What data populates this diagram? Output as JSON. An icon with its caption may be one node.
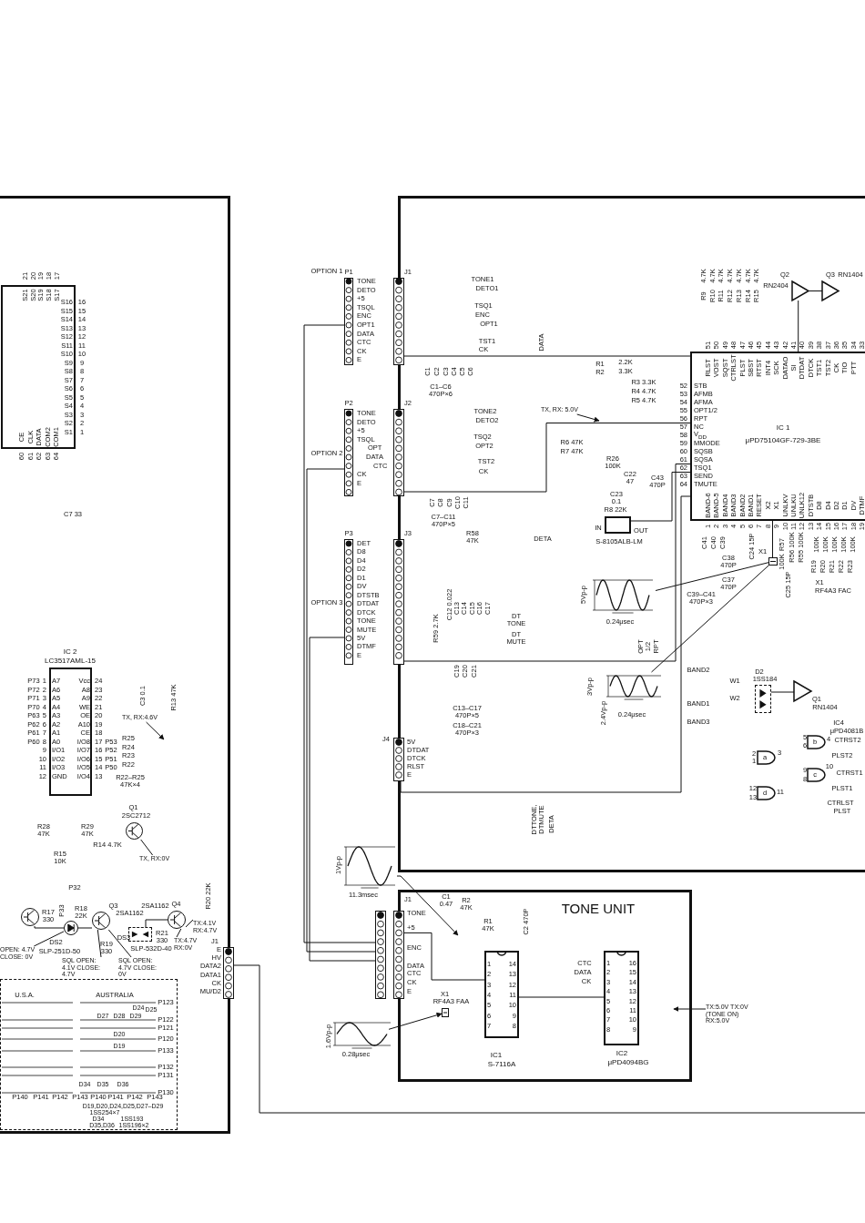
{
  "diagram": {
    "nodes": [
      {
        "text": [],
        "shape": "box"
      },
      {
        "text": [],
        "shape": "box"
      },
      {
        "text": [
          "TONE UNIT"
        ]
      },
      {
        "text": [
          "S16",
          "S15",
          "S14",
          "S13",
          "S12",
          "S11",
          "S10",
          "S9",
          "S8",
          "S7",
          "S6",
          "S5",
          "S4",
          "S3",
          "S2",
          "S1",
          "S21",
          "S20",
          "S19",
          "S18",
          "S17",
          "CE",
          "CLK",
          "DATA",
          "COM2",
          "COM1"
        ],
        "beside": [
          "16",
          "15",
          "14",
          "13",
          "12",
          "11",
          "10",
          "9",
          "8",
          "7",
          "6",
          "5",
          "4",
          "3",
          "2",
          "1",
          "21",
          "20",
          "19",
          "18",
          "17",
          "60",
          "61",
          "62",
          "63",
          "64"
        ],
        "in": 0
      },
      {
        "text": [
          "A7",
          "A6",
          "A5",
          "A4",
          "A3",
          "A2",
          "A1",
          "A0",
          "I/O1",
          "I/O2",
          "I/O3",
          "GND",
          "Vcc",
          "A8",
          "A9",
          "WE",
          "OE",
          "A10",
          "CE",
          "I/O8",
          "I/O7",
          "I/O6",
          "I/O5",
          "I/O4"
        ],
        "beside": [
          "IC 2",
          "LC3517AML-15",
          "1",
          "2",
          "3",
          "4",
          "5",
          "6",
          "7",
          "8",
          "9",
          "10",
          "11",
          "12",
          "24",
          "23",
          "22",
          "21",
          "20",
          "19",
          "18",
          "17",
          "16",
          "15",
          "14",
          "13"
        ],
        "in": 0
      },
      {
        "text": [],
        "shape": "circle",
        "beside": [
          "Q1",
          "2SC2712"
        ],
        "in": 0
      },
      {
        "text": [],
        "shape": "circle",
        "in": 0
      },
      {
        "text": [],
        "shape": "circle",
        "beside": [
          "Q3",
          "2SA1162"
        ],
        "in": 0
      },
      {
        "text": [],
        "shape": "circle",
        "beside": [
          "Q4",
          "2SA1162"
        ],
        "in": 0
      },
      {
        "text": [],
        "shape": "circle",
        "beside": [
          "DS2",
          "SLP-251D-50"
        ],
        "in": 0
      },
      {
        "text": [],
        "shape": "box",
        "beside": [
          "DS3",
          "SLP-532D-40"
        ],
        "in": 0
      },
      {
        "text": [],
        "shape": "box",
        "beside": [
          "J1",
          "E",
          "HV",
          "DATA2",
          "DATA1",
          "CK",
          "MU/D2"
        ]
      },
      {
        "text": [
          "U.S.A.",
          "AUSTRALIA"
        ],
        "in": 0
      },
      {
        "text": [],
        "shape": "box",
        "beside": [
          "P1",
          "OPTION 1",
          "TONE",
          "DETO",
          "+5",
          "TSQL",
          "ENC",
          "OPT1",
          "DATA",
          "CTC",
          "CK",
          "E"
        ]
      },
      {
        "text": [],
        "shape": "box",
        "beside": [
          "J1"
        ]
      },
      {
        "text": [],
        "shape": "box",
        "beside": [
          "P2",
          "OPTION 2",
          "TONE",
          "DETO",
          "+5",
          "TSQL",
          "OPT",
          "DATA",
          "CTC",
          "CK",
          "E"
        ]
      },
      {
        "text": [],
        "shape": "box",
        "beside": [
          "J2"
        ]
      },
      {
        "text": [],
        "shape": "box",
        "beside": [
          "P3",
          "OPTION 3",
          "DET",
          "D8",
          "D4",
          "D2",
          "D1",
          "DV",
          "DTSTB",
          "DTDAT",
          "DTCK",
          "TONE",
          "MUTE",
          "5V",
          "DTMF",
          "E"
        ]
      },
      {
        "text": [],
        "shape": "box",
        "beside": [
          "J3"
        ]
      },
      {
        "text": [],
        "shape": "box",
        "beside": [
          "J4",
          "5V",
          "DTDAT",
          "DTCK",
          "RLST",
          "E"
        ]
      },
      {
        "text": [
          "IC 1",
          "μPD75104GF-729-3BE",
          "STB",
          "AFMB",
          "AFMA",
          "OPT1/2",
          "RPT",
          "NC",
          "V$_{DD}$",
          "MMODE",
          "SQSB",
          "SQSA",
          "TSQ1",
          "SEND",
          "TMUTE",
          "RLST",
          "VOST",
          "SQST",
          "CTRLST",
          "PLST",
          "SBST",
          "RTST",
          "INT4",
          "SCK",
          "DATAO",
          "SI",
          "DTDAT",
          "DTCK",
          "TST1",
          "TST2",
          "CK",
          "TIO",
          "PTT",
          "BAND-6",
          "BAND-5",
          "BAND4",
          "BAND3",
          "BAND2",
          "BAND1",
          "RESET",
          "X2",
          "X1",
          "UNLKV",
          "UNLKU",
          "UNLK12",
          "DTSTB",
          "D8",
          "D4",
          "D2",
          "D1",
          "DV",
          "DTMF"
        ],
        "beside": [
          "52",
          "53",
          "54",
          "55",
          "56",
          "57",
          "58",
          "59",
          "60",
          "61",
          "62",
          "63",
          "64",
          "51",
          "50",
          "49",
          "48",
          "47",
          "46",
          "45",
          "44",
          "43",
          "42",
          "41",
          "40",
          "39",
          "38",
          "37",
          "36",
          "35",
          "34",
          "33",
          "1",
          "2",
          "3",
          "4",
          "5",
          "6",
          "7",
          "8",
          "9",
          "10",
          "11",
          "12",
          "13",
          "14",
          "15",
          "16",
          "17",
          "18",
          "19"
        ],
        "in": 1
      },
      {
        "text": [],
        "shape": "triangle",
        "beside": [
          "Q2",
          "RN2404"
        ],
        "in": 1
      },
      {
        "text": [],
        "shape": "triangle",
        "beside": [
          "Q3",
          "RN1404"
        ],
        "in": 1
      },
      {
        "text": [],
        "shape": "box",
        "beside": [
          "IN",
          "OUT",
          "S-8105ALB-LM"
        ],
        "in": 1
      },
      {
        "text": [],
        "shape": "box",
        "beside": [
          "X1"
        ],
        "in": 1
      },
      {
        "text": [],
        "shape": "box",
        "beside": [
          "D2",
          "1SS184"
        ],
        "in": 1
      },
      {
        "text": [],
        "shape": "triangle",
        "beside": [
          "Q1",
          "RN1404"
        ],
        "in": 1
      },
      {
        "text": [
          "a"
        ],
        "beside": [
          "2",
          "1",
          "3"
        ],
        "in": 1
      },
      {
        "text": [
          "b"
        ],
        "beside": [
          "5",
          "6",
          "4"
        ],
        "in": 1
      },
      {
        "text": [
          "c"
        ],
        "beside": [
          "9",
          "8",
          "10"
        ],
        "in": 1
      },
      {
        "text": [
          "d"
        ],
        "beside": [
          "12",
          "13",
          "11"
        ],
        "in": 1
      },
      {
        "text": [
          "1",
          "2",
          "3",
          "4",
          "5",
          "6",
          "7",
          "14",
          "13",
          "12",
          "11",
          "10",
          "9",
          "8"
        ],
        "beside": [
          "IC1",
          "S-7116A"
        ],
        "in": 2
      },
      {
        "text": [
          "1",
          "2",
          "3",
          "4",
          "5",
          "6",
          "7",
          "8",
          "16",
          "15",
          "14",
          "13",
          "12",
          "11",
          "10",
          "9"
        ],
        "beside": [
          "IC2",
          "μPD4094BG",
          "CTC",
          "DATA",
          "CK"
        ],
        "in": 2
      },
      {
        "text": [],
        "shape": "box",
        "beside": [
          "J1",
          "TONE",
          "+5",
          "ENC",
          "DATA",
          "CTC",
          "CK",
          "E"
        ]
      },
      {
        "text": [],
        "shape": "box"
      },
      {
        "text": [],
        "shape": "box",
        "beside": [
          "X1",
          "RF4A3 FAA"
        ],
        "in": 2
      },
      {
        "text": [
          "5Vp-p",
          "0.24μsec"
        ],
        "in": 1
      },
      {
        "text": [
          "3Vp-p",
          "2.4Vp-p",
          "0.24μsec"
        ],
        "in": 1
      },
      {
        "text": [
          "1Vp-p",
          "11.3msec"
        ]
      },
      {
        "text": [
          "1.6Vp-p",
          "0.28μsec"
        ]
      },
      {
        "text": [
          "TX, RX: 5.0V"
        ],
        "in": 1
      },
      {
        "text": [
          "TX:5.0V TX:0V (TONE ON) RX:5.0V"
        ]
      },
      {
        "text": [
          "TX, RX:4.6V"
        ],
        "in": 0
      },
      {
        "text": [
          "TX, RX:0V"
        ],
        "in": 0
      },
      {
        "text": [
          "TX:4.1V RX:4.7V"
        ],
        "in": 0
      },
      {
        "text": [
          "TX:4.7V RX:0V"
        ],
        "in": 0
      },
      {
        "text": [
          "OPEN: 4.7V CLOSE: 0V"
        ],
        "in": 0
      },
      {
        "text": [
          "SQL OPEN: 4.1V CLOSE: 4.7V"
        ],
        "in": 0
      },
      {
        "text": [
          "SQL OPEN: 4.7V CLOSE: 0V"
        ],
        "in": 0
      }
    ],
    "edges": [
      {
        "from": 13,
        "to": 34,
        "arrow": "none"
      },
      {
        "from": 15,
        "to": 34,
        "arrow": "none"
      },
      {
        "from": 17,
        "to": 34,
        "arrow": "none"
      },
      {
        "from": 14,
        "to": 20,
        "arrow": "none"
      },
      {
        "from": 16,
        "to": 20,
        "arrow": "none"
      },
      {
        "from": 18,
        "to": 20,
        "arrow": "none"
      },
      {
        "from": 19,
        "to": 20,
        "arrow": "none"
      },
      {
        "from": 23,
        "to": 20,
        "arrow": "none"
      },
      {
        "from": 20,
        "to": 21,
        "arrow": "none"
      },
      {
        "from": 21,
        "to": 22,
        "arrow": "none"
      },
      {
        "from": 25,
        "to": 26,
        "arrow": "none"
      },
      {
        "from": 36,
        "to": 24,
        "arrow": "none"
      },
      {
        "from": 37,
        "to": 24,
        "arrow": "none"
      },
      {
        "from": 38,
        "to": null,
        "arrow": "to"
      },
      {
        "from": 39,
        "to": 35,
        "arrow": "to"
      },
      {
        "from": 40,
        "to": null,
        "arrow": "to"
      },
      {
        "from": 41,
        "to": null,
        "arrow": "to"
      },
      {
        "from": 42,
        "to": null,
        "arrow": "to"
      },
      {
        "from": 43,
        "to": 5,
        "arrow": "none"
      },
      {
        "from": 44,
        "to": 8,
        "arrow": "none"
      },
      {
        "from": 45,
        "to": 8,
        "arrow": "none"
      },
      {
        "from": 46,
        "to": 9,
        "arrow": "none"
      },
      {
        "from": 47,
        "to": 7,
        "arrow": "none"
      },
      {
        "from": 48,
        "to": 7,
        "arrow": "none"
      },
      {
        "from": 11,
        "to": null,
        "arrow": "none"
      },
      {
        "from": 33,
        "to": 31,
        "arrow": "none"
      },
      {
        "from": 31,
        "to": 32,
        "arrow": "none"
      },
      {
        "from": 24,
        "to": 20,
        "arrow": "none"
      },
      {
        "from": 6,
        "to": 9,
        "arrow": "none"
      },
      {
        "from": 9,
        "to": 7,
        "arrow": "none"
      },
      {
        "from": 10,
        "to": 8,
        "arrow": "none"
      }
    ],
    "labels": [
      "C7 33",
      "P73",
      "P72",
      "P71",
      "P70",
      "P63",
      "P62",
      "P61",
      "P60",
      "P53",
      "P52",
      "P51",
      "P50",
      "R25",
      "R24",
      "R23",
      "R22",
      "R22–R25 47K×4",
      "C3 0.1",
      "R13 47K",
      "R28 47K",
      "R29 47K",
      "R14 4.7K",
      "R15 10K",
      "P32",
      "R17 330",
      "P33",
      "R18 22K",
      "R19 330",
      "R21 330",
      "R20 22K",
      "P123",
      "P122",
      "P121",
      "P120",
      "P133",
      "P132",
      "P131",
      "P130",
      "P140",
      "P141",
      "P142",
      "P143",
      "P140",
      "P141",
      "P142",
      "P143",
      "D27",
      "D28",
      "D29",
      "D24",
      "D25",
      "D20",
      "D19",
      "D34",
      "D35",
      "D36",
      "D19,D20,D24,D25,D27–D29",
      "1SS254×7",
      "D34",
      "1SS193",
      "D35,D36",
      "1SS196×2",
      "TONE1",
      "DETO1",
      "TSQ1",
      "ENC",
      "OPT1",
      "TST1",
      "CK",
      "C1",
      "C2",
      "C3",
      "C4",
      "C5",
      "C6",
      "C1–C6 470P×6",
      "TONE2",
      "DETO2",
      "TSQ2",
      "OPT2",
      "TST2",
      "CK",
      "C7",
      "C8",
      "C9",
      "C10",
      "C11",
      "C7–C11 470P×5",
      "R58 47K",
      "DETA",
      "C12 0.022",
      "C13",
      "C14",
      "C15",
      "C16",
      "C17",
      "DT TONE",
      "DT MUTE",
      "R59 2.7K",
      "C19",
      "C20",
      "C21",
      "C13–C17 470P×5",
      "C18–C21 470P×3",
      "DATA",
      "R1",
      "2.2K",
      "R2",
      "3.3K",
      "R3 3.3K",
      "R4 4.7K",
      "R5 4.7K",
      "R6 47K",
      "R7 47K",
      "R26 100K",
      "C22 47",
      "C23 0.1",
      "C43 470P",
      "R8 22K",
      "R9",
      "R10",
      "R11",
      "R12",
      "R13",
      "R14",
      "R15",
      "4.7K",
      "4.7K",
      "4.7K",
      "4.7K",
      "4.7K",
      "4.7K",
      "4.7K",
      "C41",
      "C40",
      "C39",
      "C39–C41 470P×3",
      "C38 470P",
      "C37 470P",
      "C24 15P",
      "C25 15P",
      "R57",
      "100K",
      "R56 100K",
      "R55 100K",
      "R19",
      "R20",
      "R21",
      "R22",
      "R23",
      "100K",
      "100K",
      "100K",
      "100K",
      "100K",
      "X1",
      "RF4A3 FAC",
      "OPT 1/2",
      "RPT",
      "BAND2",
      "BAND1",
      "BAND3",
      "W1",
      "W2",
      "IC4",
      "μPD4081B",
      "CTRST2",
      "PLST2",
      "CTRST1",
      "PLST1",
      "CTRLST",
      "PLST",
      "DTTONE, DTMUTE",
      "DETA",
      "C1 0.47",
      "R2 47K",
      "R1 47K",
      "C2 470P"
    ]
  }
}
